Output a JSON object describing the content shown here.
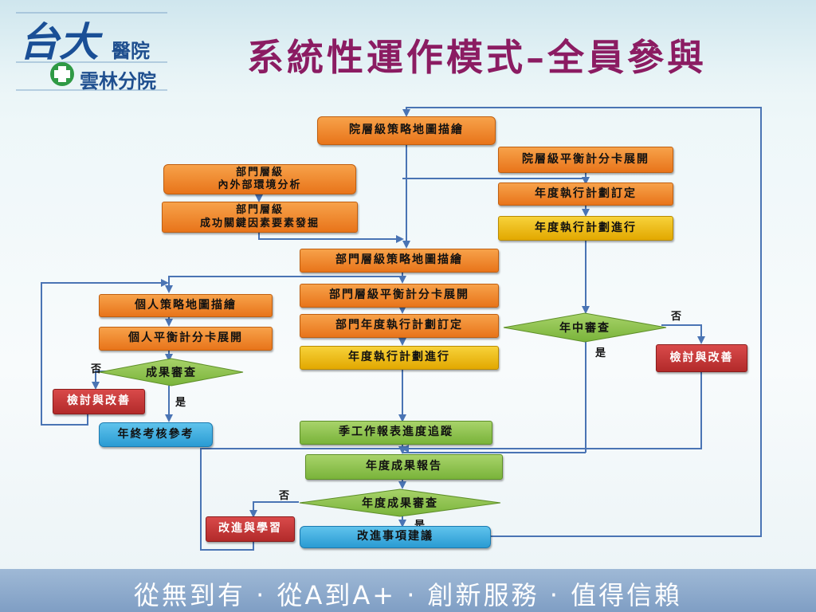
{
  "header": {
    "title": "系統性運作模式–全員參與",
    "logo_line1": "醫院",
    "logo_line2": "雲林分院",
    "logo_mark": "台大"
  },
  "footer": {
    "slogan": "從無到有 ‧ 從A到A+ ‧ 創新服務 ‧ 值得信賴"
  },
  "flow": {
    "hospital_strategy_map": "院層級策略地圖描繪",
    "hospital_bsc": "院層級平衡計分卡展開",
    "hospital_annual_plan": "年度執行計劃訂定",
    "hospital_annual_exec": "年度執行計劃進行",
    "dept_env_analysis": "部門層級\n內外部環境分析",
    "dept_ksf": "部門層級\n成功關鍵因素要素發掘",
    "dept_strategy_map": "部門層級策略地圖描繪",
    "dept_bsc": "部門層級平衡計分卡展開",
    "dept_annual_plan": "部門年度執行計劃訂定",
    "dept_annual_exec": "年度執行計劃進行",
    "personal_strategy_map": "個人策略地圖描繪",
    "personal_bsc": "個人平衡計分卡展開",
    "personal_review": "成果審查",
    "personal_improve": "檢討與改善",
    "year_end_reference": "年終考核參考",
    "mid_year_review": "年中審查",
    "mid_year_improve": "檢討與改善",
    "quarterly_tracking": "季工作報表進度追蹤",
    "annual_report": "年度成果報告",
    "annual_review": "年度成果審查",
    "improve_learn": "改進與學習",
    "improvement_suggestions": "改進事項建議",
    "yes": "是",
    "no": "否"
  },
  "colors": {
    "title": "#8b1c62",
    "arrow": "#4a74b4",
    "orange": "#e8741a",
    "yellow": "#e2a800",
    "red": "#b22a2a",
    "green": "#79b33a",
    "blue": "#2a9bd3"
  }
}
